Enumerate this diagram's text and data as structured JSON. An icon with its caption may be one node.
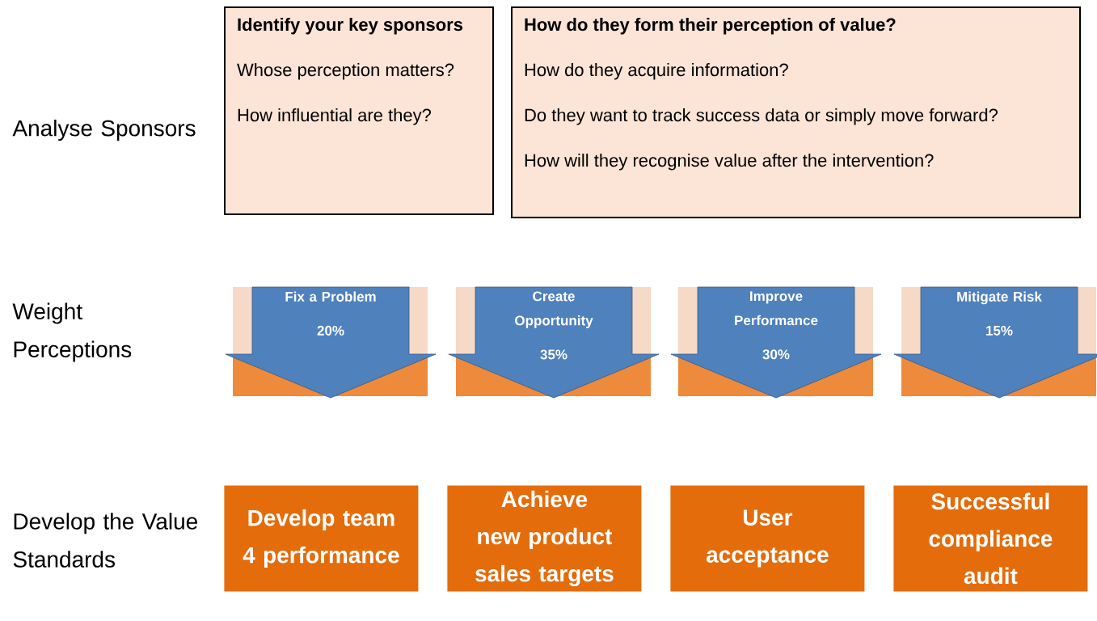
{
  "diagram": {
    "nodes": [
      {
        "text": [
          "Identify your key sponsors",
          "Whose perception matters?",
          "How influential are they?"
        ]
      },
      {
        "text": [
          "How do they  form their perception of value?",
          "How do they acquire information?",
          "Do they want to track success data or simply move forward?",
          "How will they recognise value after the intervention?"
        ]
      },
      {
        "text": [
          "Fix a Problem",
          "20%"
        ]
      },
      {
        "text": [
          "Create Opportunity",
          "35%"
        ]
      },
      {
        "text": [
          "Improve Performance",
          "30%"
        ]
      },
      {
        "text": [
          "Mitigate Risk",
          "15%"
        ]
      },
      {
        "text": [
          "Develop team 4 performance"
        ]
      },
      {
        "text": [
          "Achieve new product sales targets"
        ]
      },
      {
        "text": [
          "User acceptance"
        ]
      },
      {
        "text": [
          "Successful compliance audit"
        ]
      }
    ],
    "labels": [
      "Analyse Sponsors",
      "Weight Perceptions",
      "Develop the Value Standards"
    ]
  }
}
